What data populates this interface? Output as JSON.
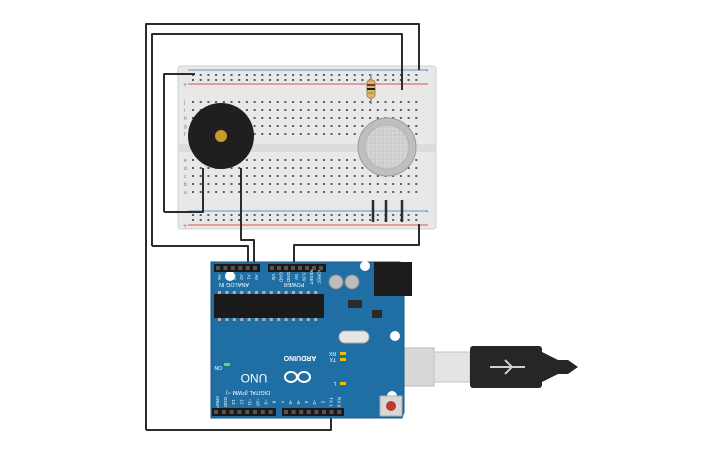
{
  "breadboard": {
    "columns": 30,
    "rows_top": [
      "j",
      "i",
      "h",
      "g",
      "f"
    ],
    "rows_bottom": [
      "e",
      "d",
      "c",
      "b",
      "a"
    ],
    "rail_plus": "+",
    "rail_minus": "-"
  },
  "arduino": {
    "brand": "ARDUINO",
    "model": "UNO",
    "analog_header": "ANALOG IN",
    "power_header": "POWER",
    "digital_header": "DIGITAL (PWM ~)",
    "on_label": "ON",
    "tx_label": "TX",
    "rx_label": "RX",
    "l_label": "L",
    "analog_pins": [
      "A5",
      "A4",
      "A3",
      "A2",
      "A1",
      "A0"
    ],
    "power_pins": [
      "Vin",
      "GND",
      "GND",
      "5V",
      "3.3V",
      "RESET",
      "IOREF"
    ],
    "digital_pins": [
      "AREF",
      "GND",
      "13",
      "12",
      "~11",
      "~10",
      "~9",
      "8",
      "7",
      "~6",
      "~5",
      "4",
      "~3",
      "2",
      "TX 1",
      "RX 0"
    ]
  },
  "colors": {
    "board": "#1f6fa5",
    "board_edge": "#175a87",
    "breadboard": "#e8e8e8",
    "wire": "#2c2c2c",
    "rail_red": "#d9534f",
    "rail_blue": "#6a8fd6",
    "buzzer": "#1f1f1f",
    "buzzer_center": "#c89a2a",
    "sensor": "#cfcfcf"
  },
  "icons": [
    "usb-cable-icon",
    "buzzer-icon",
    "gas-sensor-icon",
    "resistor-icon",
    "reset-button-icon",
    "arduino-infinity-logo"
  ]
}
